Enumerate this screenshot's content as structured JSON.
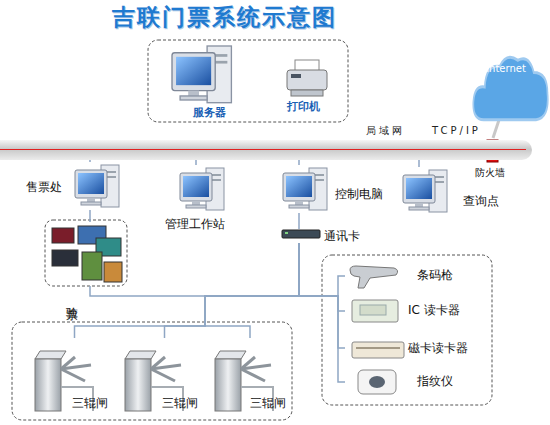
{
  "diagram": {
    "title": "吉联门票系统示意图",
    "nodes": [
      {
        "text": [
          "服务器"
        ]
      },
      {
        "text": [
          "打印机"
        ]
      },
      {
        "text": [
          "Internet"
        ]
      },
      {
        "text": [
          "局域网",
          "TCP/IP"
        ]
      },
      {
        "text": [
          "防火墙"
        ]
      },
      {
        "text": [
          "售票处"
        ]
      },
      {
        "text": [
          "管理工作站"
        ]
      },
      {
        "text": [
          "控制电脑"
        ]
      },
      {
        "text": [
          "查询点"
        ]
      },
      {
        "text": [
          "通讯卡"
        ]
      },
      {
        "text": [
          "三辊闸"
        ]
      },
      {
        "text": [
          "三辊闸"
        ]
      },
      {
        "text": [
          "三辊闸"
        ]
      },
      {
        "text": [
          "条码枪"
        ]
      },
      {
        "text": [
          "IC 读卡器"
        ]
      },
      {
        "text": [
          "磁卡读卡器"
        ]
      },
      {
        "text": [
          "指纹仪"
        ]
      }
    ],
    "edges": [
      {
        "from": 3,
        "to": 5,
        "arrow": "none"
      },
      {
        "from": 3,
        "to": 6,
        "arrow": "none"
      },
      {
        "from": 3,
        "to": 7,
        "arrow": "none"
      },
      {
        "from": 3,
        "to": 8,
        "arrow": "none"
      },
      {
        "from": 4,
        "to": 2,
        "arrow": "none"
      },
      {
        "from": 7,
        "to": 9,
        "arrow": "none"
      },
      {
        "from": 9,
        "to": 10,
        "arrow": "none"
      },
      {
        "from": 9,
        "to": 11,
        "arrow": "none"
      },
      {
        "from": 9,
        "to": 12,
        "arrow": "none"
      },
      {
        "from": 9,
        "to": 13,
        "arrow": "none"
      },
      {
        "from": 9,
        "to": 14,
        "arrow": "none"
      },
      {
        "from": 9,
        "to": 15,
        "arrow": "none"
      },
      {
        "from": 9,
        "to": 16,
        "arrow": "none"
      }
    ],
    "labels": [
      "验票"
    ]
  }
}
